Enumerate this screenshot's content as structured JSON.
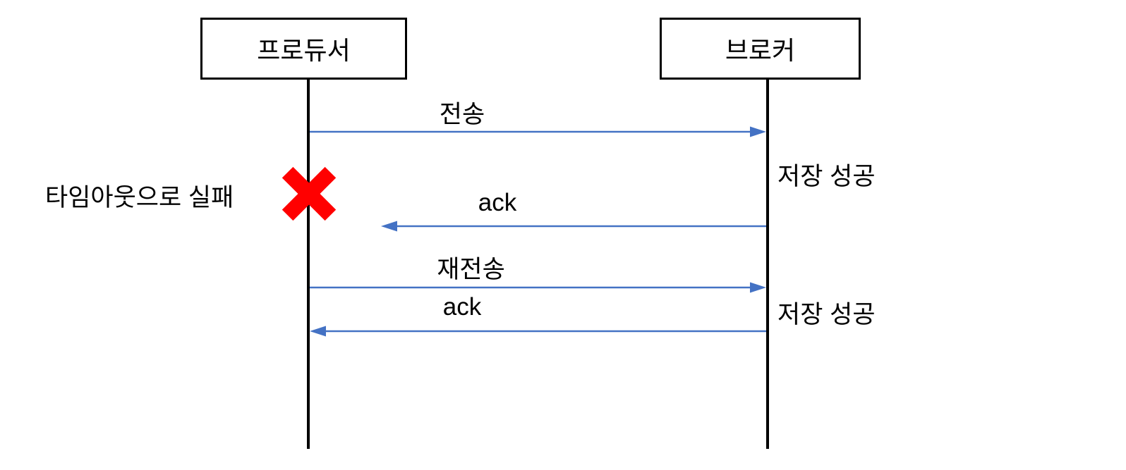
{
  "diagram": {
    "type": "sequence-diagram",
    "actors": {
      "producer": "프로듀서",
      "broker": "브로커"
    },
    "messages": {
      "send": {
        "label": "전송",
        "from": "producer",
        "to": "broker",
        "direction": "right"
      },
      "ack1": {
        "label": "ack",
        "from": "broker",
        "to": "producer",
        "direction": "left",
        "note": "does not reach producer"
      },
      "resend": {
        "label": "재전송",
        "from": "producer",
        "to": "broker",
        "direction": "right"
      },
      "ack2": {
        "label": "ack",
        "from": "broker",
        "to": "producer",
        "direction": "left"
      }
    },
    "annotations": {
      "timeout_fail": "타임아웃으로 실패",
      "store_success_1": "저장 성공",
      "store_success_2": "저장 성공"
    },
    "icons": {
      "failure_x": "red-x-cross"
    },
    "colors": {
      "arrow": "#4472C4",
      "failure_x": "#FF0000",
      "lifeline": "#000000",
      "box_border": "#000000",
      "background": "#FFFFFF"
    }
  }
}
